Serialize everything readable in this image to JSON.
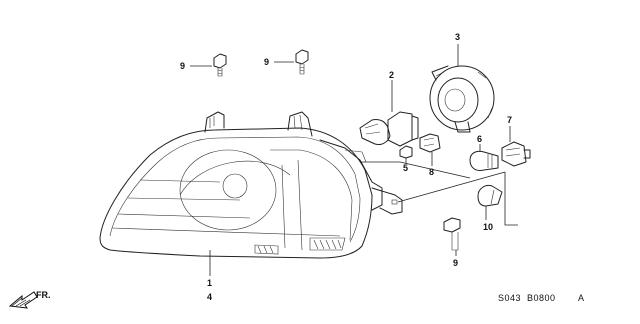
{
  "diagram": {
    "callouts": {
      "bolt_left": "9",
      "bolt_right": "9",
      "bolt_bottom": "9",
      "bulb_headlight": "2",
      "socket_cover": "3",
      "lens_upper": "1",
      "lens_lower": "4",
      "small_bulb": "5",
      "bulb_wedge": "6",
      "socket_right": "7",
      "socket_small": "8",
      "bulb_side": "10"
    },
    "direction_label": "FR.",
    "part_code": "S043  B0800",
    "part_code_suffix": "A"
  }
}
